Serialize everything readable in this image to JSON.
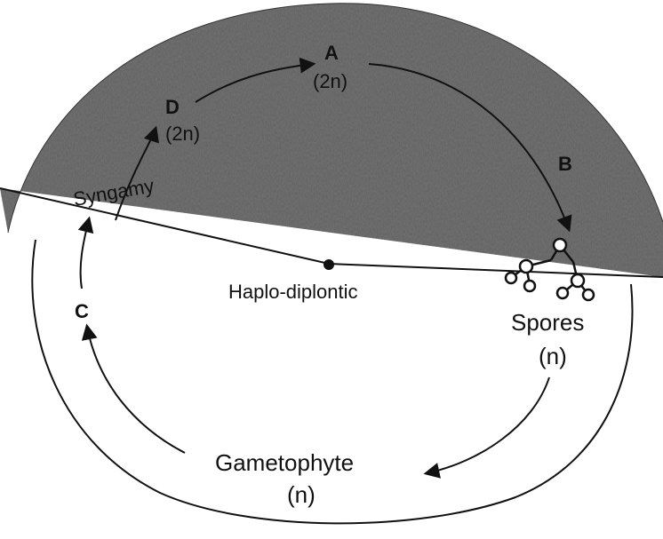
{
  "diagram": {
    "title": "Haplo-diplontic",
    "stages": {
      "a_letter": "A",
      "a_ploidy": "(2n)",
      "b_letter": "B",
      "c_letter": "C",
      "d_letter": "D",
      "d_ploidy": "(2n)"
    },
    "syngamy_label": "Syngamy",
    "spores_label": "Spores",
    "spores_ploidy": "(n)",
    "gametophyte_label": "Gametophyte",
    "gametophyte_ploidy": "(n)"
  },
  "colors": {
    "ink": "#111111",
    "shading": "#3a3a3a",
    "background": "#ffffff"
  }
}
